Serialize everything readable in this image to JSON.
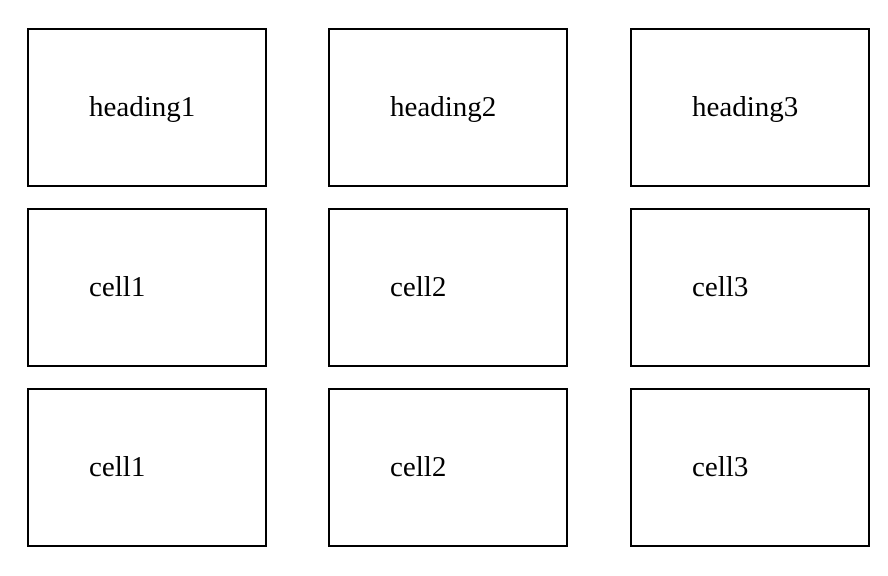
{
  "headings": [
    "heading1",
    "heading2",
    "heading3"
  ],
  "rows": [
    [
      "cell1",
      "cell2",
      "cell3"
    ],
    [
      "cell1",
      "cell2",
      "cell3"
    ]
  ]
}
